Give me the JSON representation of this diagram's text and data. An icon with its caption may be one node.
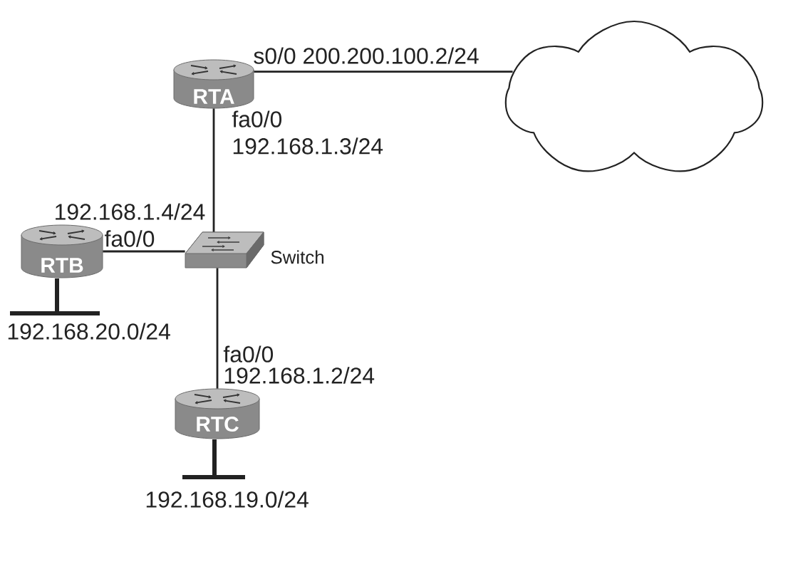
{
  "diagram": {
    "nodes": [
      {
        "text": [
          "RTA"
        ]
      },
      {
        "text": [],
        "shape": "cloud"
      },
      {
        "text": [
          "RTB"
        ],
        "beside": [
          "192.168.20.0/24"
        ]
      },
      {
        "text": [
          "Switch"
        ]
      },
      {
        "text": [
          "RTC"
        ],
        "beside": [
          "192.168.19.0/24"
        ]
      }
    ],
    "edges": [
      {
        "from": 0,
        "to": 1,
        "arrow": "none",
        "label": "s0/0 200.200.100.2/24"
      },
      {
        "from": 0,
        "to": 3,
        "arrow": "none",
        "label": "fa0/0 192.168.1.3/24"
      },
      {
        "from": 2,
        "to": 3,
        "arrow": "none",
        "label": "192.168.1.4/24 fa0/0"
      },
      {
        "from": 3,
        "to": 4,
        "arrow": "none",
        "label": "fa0/0 192.168.1.2/24"
      }
    ]
  }
}
